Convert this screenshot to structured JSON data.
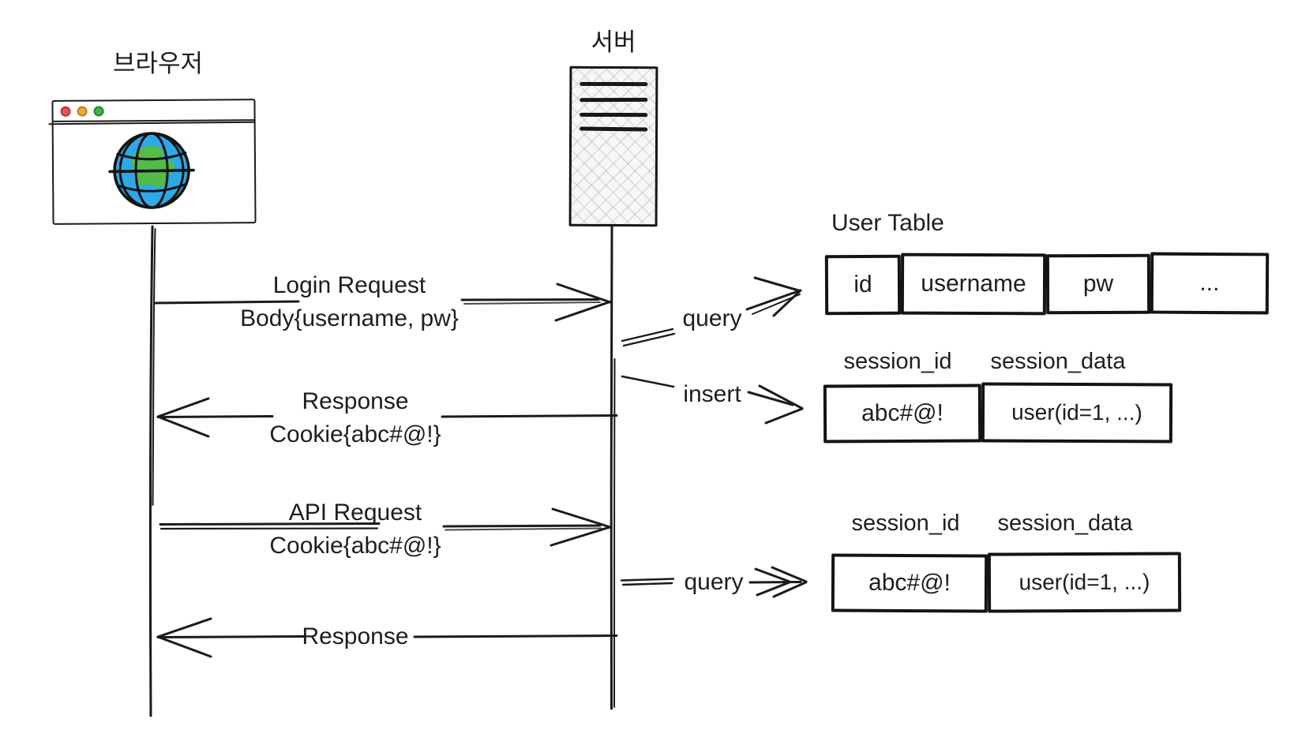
{
  "diagram": {
    "actors": {
      "browser": {
        "label": "브라우저"
      },
      "server": {
        "label": "서버"
      }
    },
    "messages": [
      {
        "id": "login-request",
        "direction": "browser-to-server",
        "line1": "Login Request",
        "line2": "Body{username, pw}"
      },
      {
        "id": "login-response",
        "direction": "server-to-browser",
        "line1": "Response",
        "line2": "Cookie{abc#@!}"
      },
      {
        "id": "api-request",
        "direction": "browser-to-server",
        "line1": "API Request",
        "line2": "Cookie{abc#@!}"
      },
      {
        "id": "api-response",
        "direction": "server-to-browser",
        "line1": "Response"
      }
    ],
    "db_operations": [
      {
        "label": "query",
        "target": "user-table"
      },
      {
        "label": "insert",
        "target": "session-table-1"
      },
      {
        "label": "query",
        "target": "session-table-2"
      }
    ],
    "user_table": {
      "title": "User Table",
      "columns": [
        "id",
        "username",
        "pw",
        "..."
      ]
    },
    "session_tables": [
      {
        "headers": [
          "session_id",
          "session_data"
        ],
        "row": [
          "abc#@!",
          "user(id=1, ...)"
        ]
      },
      {
        "headers": [
          "session_id",
          "session_data"
        ],
        "row": [
          "abc#@!",
          "user(id=1, ...)"
        ]
      }
    ],
    "colors": {
      "stroke": "#1b1b1b",
      "globe_ocean": "#2da8e8",
      "globe_land": "#53bb49",
      "traffic_red": "#e8524b",
      "traffic_yellow": "#f0a830",
      "traffic_green": "#3db54a",
      "server_fill": "#f7f7f5"
    }
  }
}
